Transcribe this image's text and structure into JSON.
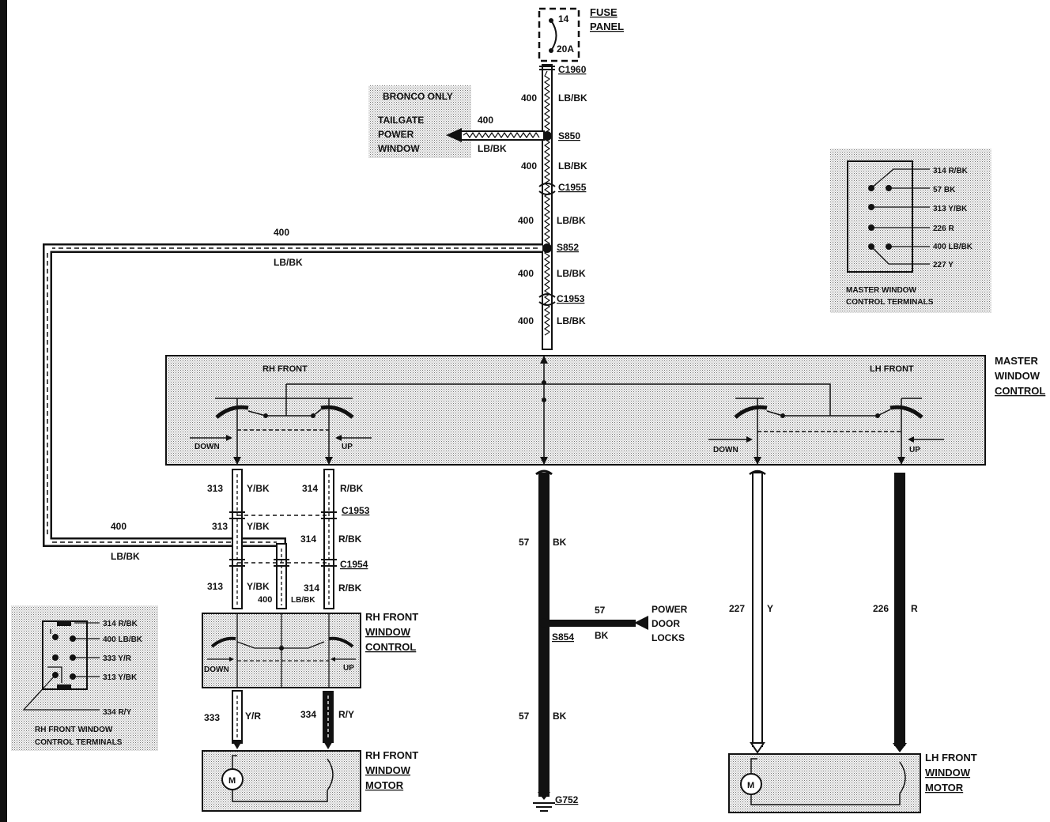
{
  "fuse_panel": {
    "title_line1": "FUSE",
    "title_line2": "PANEL",
    "fuse_number": "14",
    "fuse_rating": "20A"
  },
  "connectors": {
    "c1960": "C1960",
    "c1955": "C1955",
    "c1953_top": "C1953",
    "c1953_mid": "C1953",
    "c1954": "C1954"
  },
  "splices": {
    "s850": "S850",
    "s852": "S852",
    "s854": "S854"
  },
  "ground": "G752",
  "bronco_box": {
    "line1": "BRONCO ONLY",
    "line2": "TAILGATE",
    "line3": "POWER",
    "line4": "WINDOW"
  },
  "wire_labels": {
    "circuit_400": "400",
    "color_lb_bk": "LB/BK",
    "circuit_313": "313",
    "color_y_bk": "Y/BK",
    "circuit_314": "314",
    "color_r_bk": "R/BK",
    "circuit_57": "57",
    "color_bk": "BK",
    "circuit_227": "227",
    "color_y": "Y",
    "circuit_226": "226",
    "color_r": "R",
    "circuit_333": "333",
    "color_y_r": "Y/R",
    "circuit_334": "334",
    "color_r_y": "R/Y"
  },
  "master_control": {
    "title_line1": "MASTER",
    "title_line2": "WINDOW",
    "title_line3": "CONTROL",
    "rh_front": "RH FRONT",
    "lh_front": "LH FRONT",
    "down": "DOWN",
    "up": "UP"
  },
  "power_door_locks": {
    "line1": "POWER",
    "line2": "DOOR",
    "line3": "LOCKS"
  },
  "rh_window_control": {
    "line1": "RH FRONT",
    "line2": "WINDOW",
    "line3": "CONTROL",
    "down": "DOWN",
    "up": "UP"
  },
  "rh_window_motor": {
    "line1": "RH FRONT",
    "line2": "WINDOW",
    "line3": "MOTOR",
    "motor_symbol": "M"
  },
  "lh_window_motor": {
    "line1": "LH FRONT",
    "line2": "WINDOW",
    "line3": "MOTOR",
    "motor_symbol": "M"
  },
  "master_terminals_inset": {
    "pins": [
      "314 R/BK",
      "57 BK",
      "313 Y/BK",
      "226 R",
      "400 LB/BK",
      "227 Y"
    ],
    "caption_line1": "MASTER WINDOW",
    "caption_line2": "CONTROL TERMINALS"
  },
  "rh_terminals_inset": {
    "pins": [
      "314 R/BK",
      "400 LB/BK",
      "333 Y/R",
      "313 Y/BK",
      "334 R/Y"
    ],
    "caption_line1": "RH FRONT WINDOW",
    "caption_line2": "CONTROL TERMINALS"
  }
}
